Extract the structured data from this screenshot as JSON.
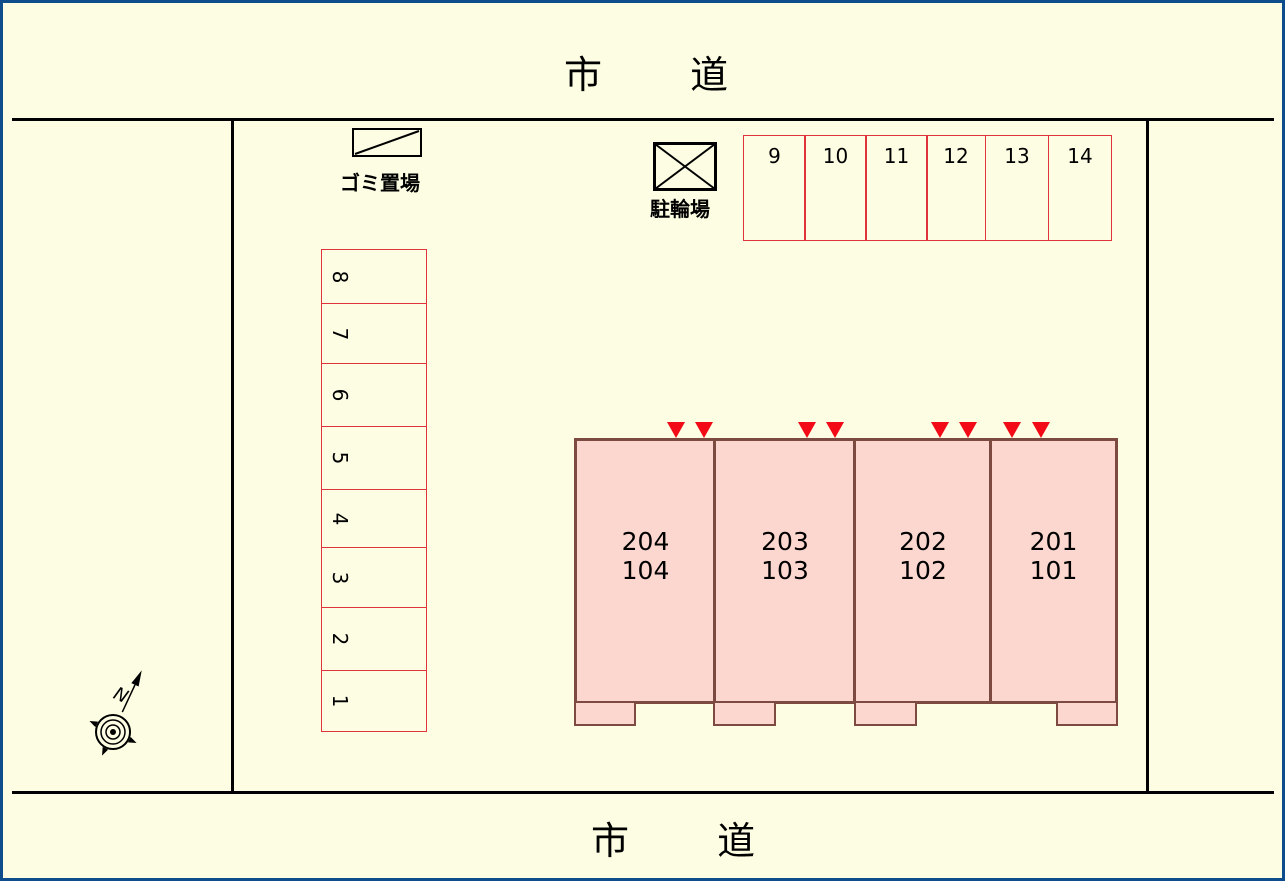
{
  "roads": {
    "top": "市 道",
    "bottom": "市 道"
  },
  "facilities": {
    "garbage": "ゴミ置場",
    "bicycle": "駐輪場"
  },
  "parking_top": [
    "9",
    "10",
    "11",
    "12",
    "13",
    "14"
  ],
  "parking_left": [
    "8",
    "7",
    "6",
    "5",
    "4",
    "3",
    "2",
    "1"
  ],
  "units": [
    {
      "upper": "204",
      "lower": "104"
    },
    {
      "upper": "203",
      "lower": "103"
    },
    {
      "upper": "202",
      "lower": "102"
    },
    {
      "upper": "201",
      "lower": "101"
    }
  ],
  "compass": {
    "label": "N",
    "icon": "compass-icon"
  },
  "colors": {
    "frame": "#0e4d8c",
    "background": "#fcfde2",
    "parking": "#e0343c",
    "building": "#fcd7cf",
    "building_border": "#7d4a42",
    "entrance": "#f20a17"
  }
}
